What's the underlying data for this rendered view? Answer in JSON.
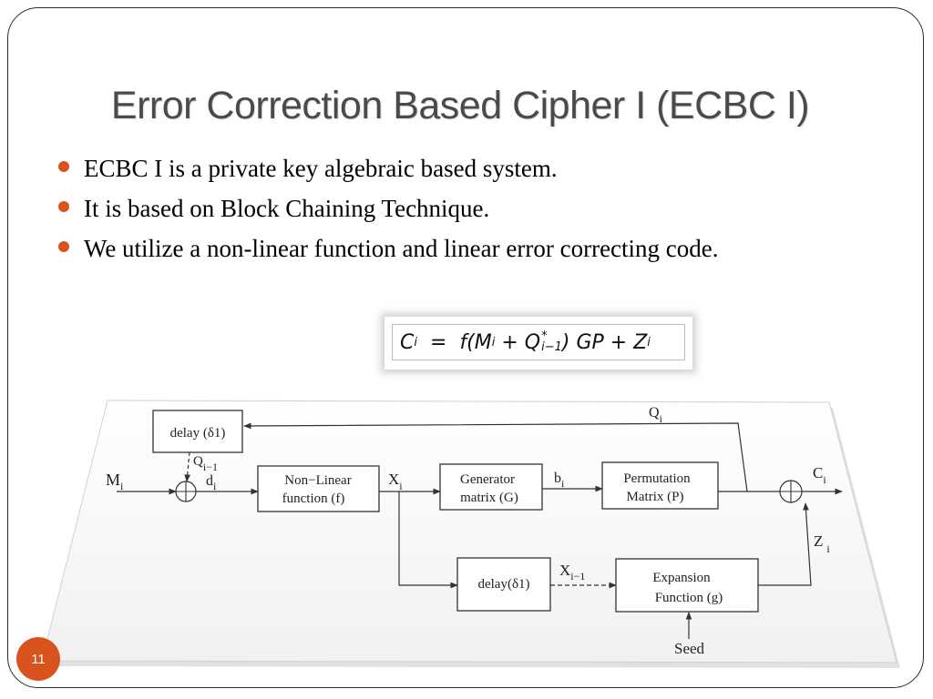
{
  "slide": {
    "title": "Error Correction Based Cipher I (ECBC I)",
    "bullets": [
      "ECBC I is a private key algebraic based system.",
      "It is based on Block Chaining Technique.",
      "We utilize a non-linear function and linear error correcting code."
    ],
    "page_number": "11",
    "accent_color": "#d9531e"
  },
  "formula": {
    "lhs": "C",
    "lhs_sub": "i",
    "equals": "=",
    "f_open": "f(M",
    "m_sub": "i",
    "plus1": " + Q",
    "q_sup": "*",
    "q_sub": "i−1",
    "close": ") GP + Z",
    "z_sub": "i"
  },
  "diagram": {
    "blocks": {
      "delay_top": "delay (δ1)",
      "nonlinear_line1": "Non−Linear",
      "nonlinear_line2": "function (f)",
      "generator_line1": "Generator",
      "generator_line2": "matrix (G)",
      "permutation_line1": "Permutation",
      "permutation_line2": "Matrix (P)",
      "delay_bottom": "delay(δ1)",
      "expansion_line1": "Expansion",
      "expansion_line2": "Function (g)"
    },
    "labels": {
      "m": "M",
      "m_sub": "i",
      "q_prev": "Q",
      "q_prev_sub": "i−1",
      "d": "d",
      "d_sub": "i",
      "x": "X",
      "x_sub": "i",
      "b": "b",
      "b_sub": "i",
      "q": "Q",
      "q_sub": "i",
      "c": "C",
      "c_sub": "i",
      "z": "Z",
      "z_sub": "i",
      "x_prev": "X",
      "x_prev_sub": "i−1",
      "seed": "Seed"
    }
  }
}
